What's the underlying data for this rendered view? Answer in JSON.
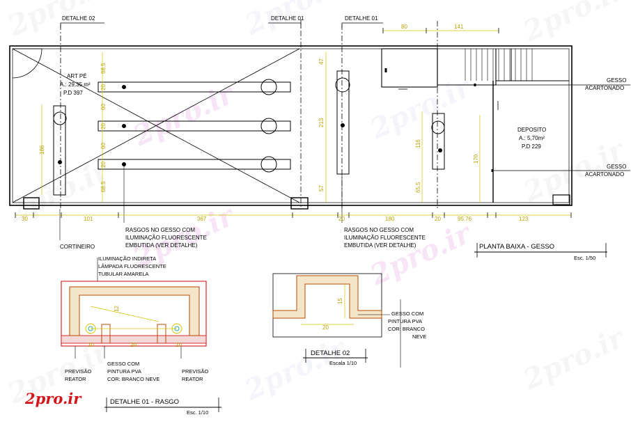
{
  "plan": {
    "title": "PLANTA BAIXA - GESSO",
    "scale": "Esc. 1/50",
    "detail_refs": [
      "DETALHE 02",
      "DETALHE 01",
      "DETALHE 01"
    ],
    "room_art": {
      "name": "ART PÉ",
      "area": "A.: 29,35 m²",
      "pd": "P.D 397"
    },
    "room_deposito": {
      "name": "DEPOSITO",
      "area": "A.: 5,70m²",
      "pd": "P.D 229"
    },
    "gesso_label_1": "GESSO",
    "gesso_label_2": "ACARTONADO",
    "rasgos_notes": [
      "RASGOS NO GESSO COM",
      "ILUMINAÇÃO FLUORESCENTE",
      "EMBUTIDA (VER DETALHE)"
    ],
    "cortineiro": "CORTINEIRO",
    "dims_bottom": [
      "30",
      "101",
      "367",
      "20",
      "180",
      "20",
      "95.76",
      "123"
    ],
    "dims_top": [
      "80",
      "141"
    ],
    "dims_vertical": [
      "68.5",
      "20",
      "60",
      "20",
      "60",
      "20",
      "68.5",
      "186",
      "47",
      "213",
      "57",
      "116",
      "65.5",
      "170"
    ]
  },
  "detail01": {
    "title": "DETALHE 01 - RASGO",
    "scale": "Esc. 1/10",
    "lamp_notes": [
      "ILUMINAÇÃO INDIRETA",
      "LÂMPADA FLUORESCENTE",
      "TUBULAR AMARELA"
    ],
    "previsao_left": [
      "PREVISÃO",
      "REATOR"
    ],
    "previsao_right": [
      "PREVISÃO",
      "REATOR"
    ],
    "gesso_notes": [
      "GESSO COM",
      "PINTURA PVA",
      "COR: BRANCO NEVE"
    ],
    "dims": [
      "12",
      "20",
      "10",
      "10"
    ]
  },
  "detail02": {
    "title": "DETALHE 02",
    "scale": "Escala 1/10",
    "dims": [
      "15",
      "20"
    ],
    "gesso_notes": [
      "GESSO COM",
      "PINTURA PVA",
      "COR: BRANCO",
      "NEVE"
    ]
  },
  "watermark": {
    "text": "2pro.ir"
  },
  "colors": {
    "line": "#000000",
    "dim": "#d4c200",
    "section": "#d10000",
    "hatch": "#b84a00",
    "watermark": "#d25bd2"
  }
}
